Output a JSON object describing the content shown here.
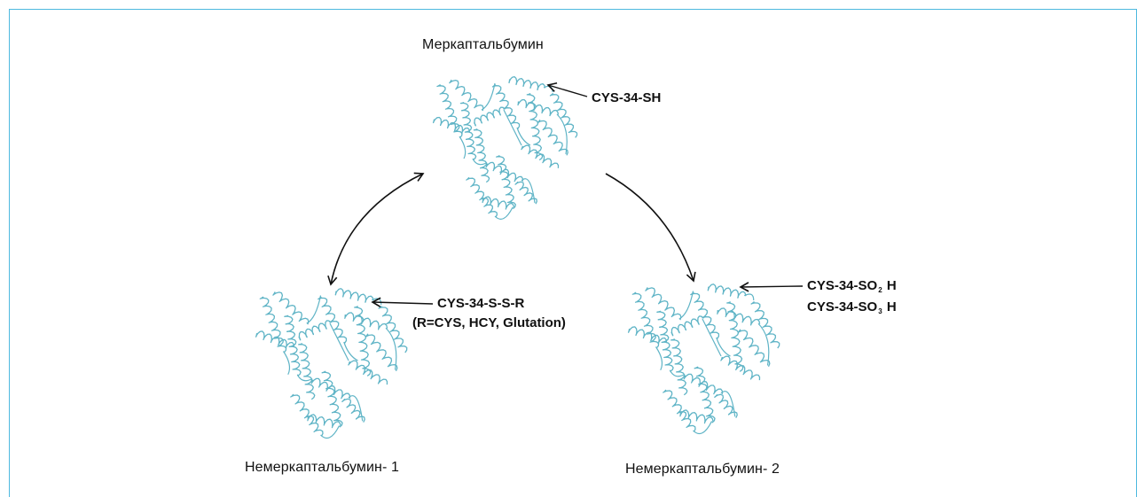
{
  "diagram": {
    "nodes": {
      "top": {
        "title": "Меркаптальбумин",
        "annotation": "CYS-34-SH"
      },
      "left": {
        "title": "Немеркаптальбумин- 1",
        "annotation_line1": "CYS-34-S-S-R",
        "annotation_line2": "(R=CYS, HCY, Glutation)"
      },
      "right": {
        "title": "Немеркаптальбумин- 2",
        "annotation_line1_prefix": "CYS-34-SO",
        "annotation_line1_sub": "2",
        "annotation_line1_suffix": "H",
        "annotation_line2_prefix": "CYS-34-SO",
        "annotation_line2_sub": "3",
        "annotation_line2_suffix": "H"
      }
    },
    "edges": [
      {
        "from": "left",
        "to": "top",
        "direction": "bidirectional"
      },
      {
        "from": "top",
        "to": "right",
        "direction": "forward"
      }
    ],
    "colors": {
      "protein": "#5fb4c6",
      "frame": "#4db9df",
      "arrow": "#111111",
      "text": "#111111"
    }
  }
}
